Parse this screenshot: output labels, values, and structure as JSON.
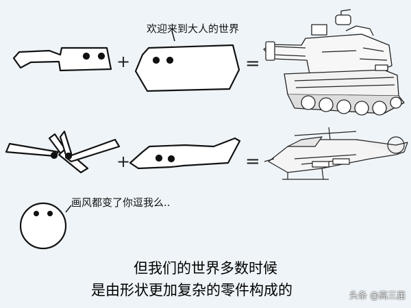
{
  "speech": {
    "top": "欢迎来到大人的世界",
    "ball": "画风都变了你逗我么.."
  },
  "equation_row1": {
    "plus": "+",
    "equals": "="
  },
  "equation_row2": {
    "plus": "+",
    "equals": "="
  },
  "caption": {
    "line1": "但我们的世界多数时候",
    "line2": "是由形状更加复杂的零件构成的"
  },
  "watermark": "头条 @高三届",
  "colors": {
    "background": "#eef4f8",
    "stroke": "#111111",
    "fill": "#ffffff"
  }
}
